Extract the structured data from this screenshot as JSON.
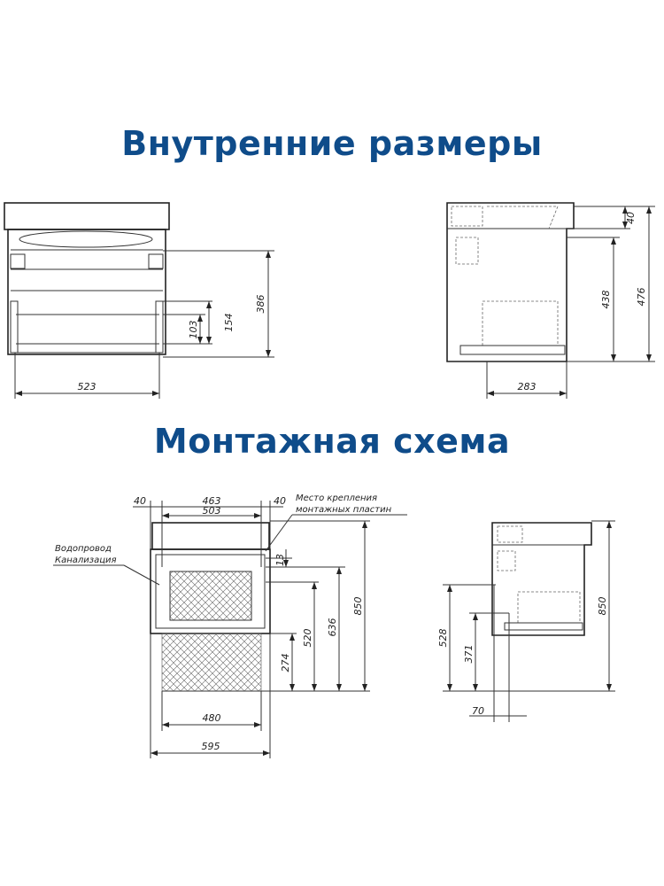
{
  "titles": {
    "internal": "Внутренние размеры",
    "mounting": "Монтажная схема"
  },
  "internal_front": {
    "width": "523",
    "drawer_h1": "103",
    "drawer_h2": "154",
    "height": "386"
  },
  "internal_side": {
    "top": "40",
    "inner": "438",
    "total": "476",
    "depth": "283"
  },
  "mounting_front": {
    "left_offset": "40",
    "inner_span": "463",
    "right_offset": "40",
    "outer_span": "503",
    "offset_13": "13",
    "h520": "520",
    "h636": "636",
    "h850": "850",
    "h274": "274",
    "w480": "480",
    "w595": "595",
    "note_plates_line1": "Место крепления",
    "note_plates_line2": "монтажных пластин",
    "note_pipes_line1": "Водопровод",
    "note_pipes_line2": "Канализация"
  },
  "mounting_side": {
    "h850": "850",
    "h528": "528",
    "h371": "371",
    "w70": "70"
  },
  "colors": {
    "title": "#0f4c8a"
  }
}
